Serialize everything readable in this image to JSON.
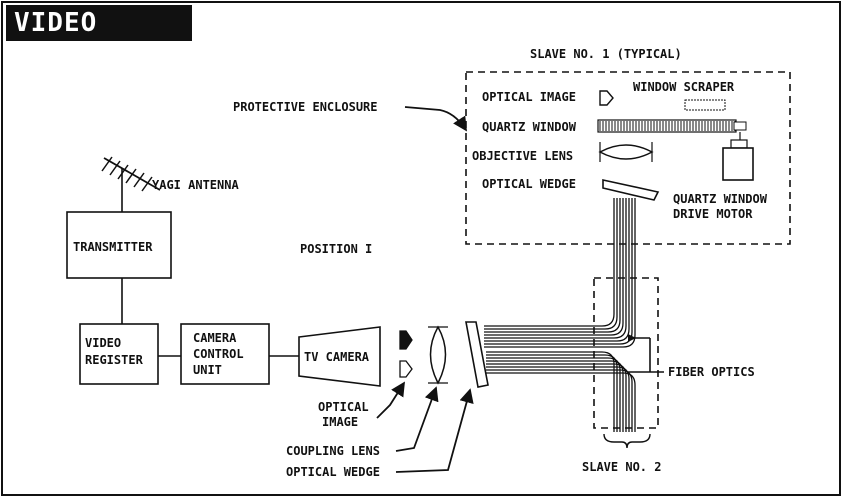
{
  "title": "VIDEO SYSTEM",
  "labels": {
    "slave1": "SLAVE NO. 1 (TYPICAL)",
    "protective_enclosure": "PROTECTIVE ENCLOSURE",
    "optical_image_top": "OPTICAL IMAGE",
    "window_scraper": "WINDOW SCRAPER",
    "quartz_window": "QUARTZ WINDOW",
    "objective_lens": "OBJECTIVE LENS",
    "optical_wedge_top": "OPTICAL WEDGE",
    "quartz_drive_1": "QUARTZ WINDOW",
    "quartz_drive_2": "DRIVE MOTOR",
    "yagi_antenna": "YAGI ANTENNA",
    "transmitter": "TRANSMITTER",
    "position": "POSITION I",
    "video_register_1": "VIDEO",
    "video_register_2": "REGISTER",
    "ccu_1": "CAMERA",
    "ccu_2": "CONTROL",
    "ccu_3": "UNIT",
    "tv_camera": "TV CAMERA",
    "optical_image_bottom_1": "OPTICAL",
    "optical_image_bottom_2": "IMAGE",
    "coupling_lens": "COUPLING LENS",
    "optical_wedge_bottom": "OPTICAL WEDGE",
    "fiber_optics": "FIBER OPTICS",
    "slave2": "SLAVE NO. 2"
  }
}
